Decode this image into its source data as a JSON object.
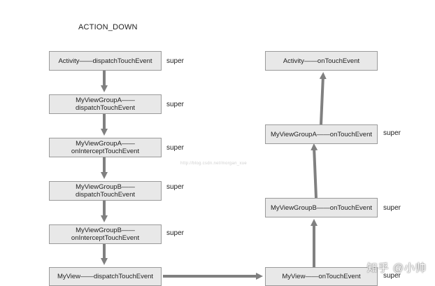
{
  "title": "ACTION_DOWN",
  "left_column": [
    {
      "label": "Activity——dispatchTouchEvent",
      "note": "super"
    },
    {
      "label": "MyViewGroupA——\ndispatchTouchEvent",
      "note": "super"
    },
    {
      "label": "MyViewGroupA——\nonInterceptTouchEvent",
      "note": "super"
    },
    {
      "label": "MyViewGroupB——\ndispatchTouchEvent",
      "note": "super"
    },
    {
      "label": "MyViewGroupB——\nonInterceptTouchEvent",
      "note": "super"
    },
    {
      "label": "MyView——dispatchTouchEvent",
      "note": ""
    }
  ],
  "right_column": [
    {
      "label": "Activity——onTouchEvent",
      "note": ""
    },
    {
      "label": "MyViewGroupA——onTouchEvent",
      "note": "super"
    },
    {
      "label": "MyViewGroupB——onTouchEvent",
      "note": "super"
    },
    {
      "label": "MyView——onTouchEvent",
      "note": "super"
    }
  ],
  "watermark": "http://blog.csdn.net/morgan_xue",
  "corner_mark": "知乎 @小帅",
  "colors": {
    "arrow": "#808080",
    "box_fill": "#e8e8e8",
    "box_border": "#9a9a9a"
  }
}
